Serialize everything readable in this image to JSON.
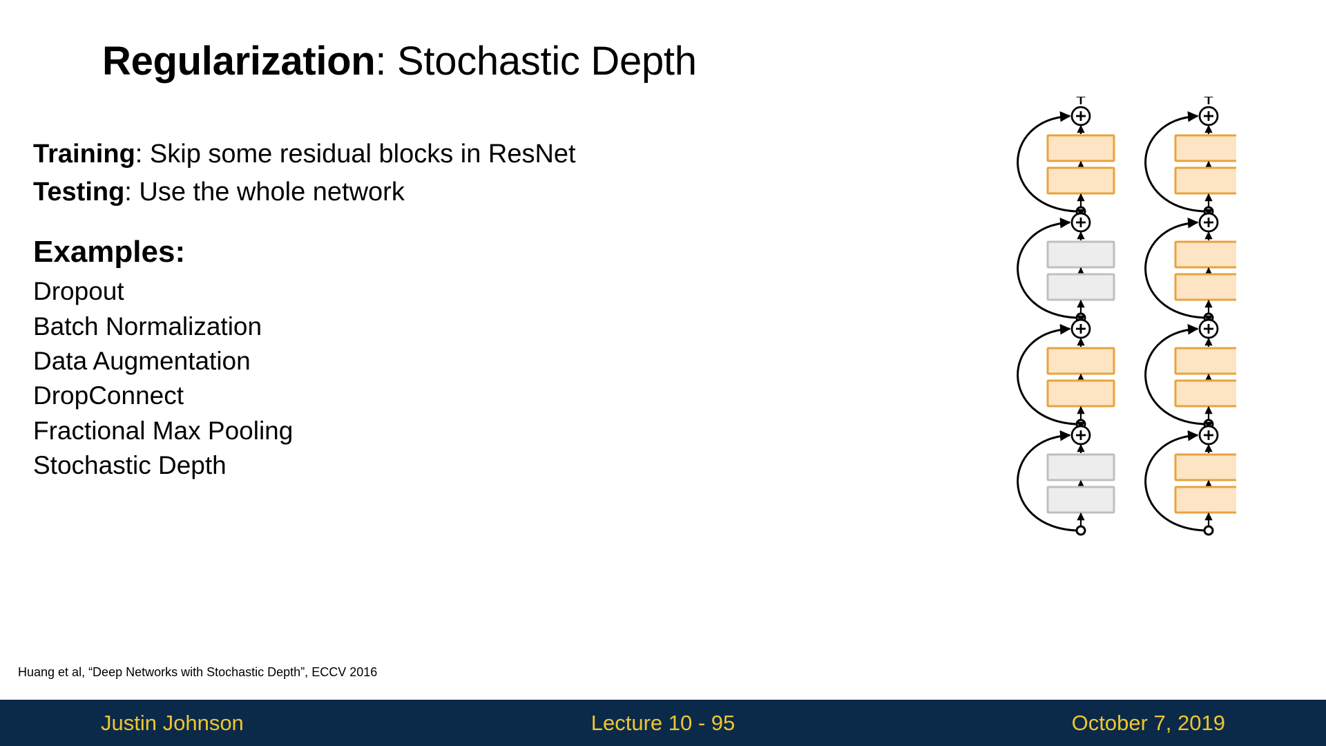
{
  "slide": {
    "title_bold": "Regularization",
    "title_rest": ": Stochastic Depth"
  },
  "body": {
    "lines": [
      {
        "bold": "Training",
        "rest": ": Skip some residual blocks in ResNet"
      },
      {
        "bold": "Testing",
        "rest": ": Use the whole network"
      }
    ],
    "examples_heading": "Examples:",
    "examples": [
      "Dropout",
      "Batch Normalization",
      "Data Augmentation",
      "DropConnect",
      "Fractional Max Pooling",
      "Stochastic Depth"
    ]
  },
  "citation": "Huang et al, “Deep Networks with Stochastic Depth”, ECCV 2016",
  "footer": {
    "author": "Justin Johnson",
    "lecture": "Lecture 10 - 95",
    "date": "October 7, 2019",
    "bar_color": "#0b2a4a",
    "text_color": "#f0c62e"
  },
  "diagram": {
    "type": "residual-network-stochastic-depth",
    "colors": {
      "active_fill": "#fce4c4",
      "active_stroke": "#e8a33d",
      "dropped_fill": "#ededed",
      "dropped_stroke": "#bfbfbf",
      "line": "#000000"
    },
    "columns": [
      {
        "name": "training-column",
        "caption": "",
        "blocks": [
          {
            "state": "active"
          },
          {
            "state": "dropped"
          },
          {
            "state": "active"
          },
          {
            "state": "dropped"
          }
        ]
      },
      {
        "name": "testing-column",
        "caption": "",
        "blocks": [
          {
            "state": "active"
          },
          {
            "state": "active"
          },
          {
            "state": "active"
          },
          {
            "state": "active"
          }
        ]
      }
    ],
    "block_layers_per_unit": 2,
    "node_glyph": "plus-circle",
    "branch_glyph": "open-circle"
  }
}
